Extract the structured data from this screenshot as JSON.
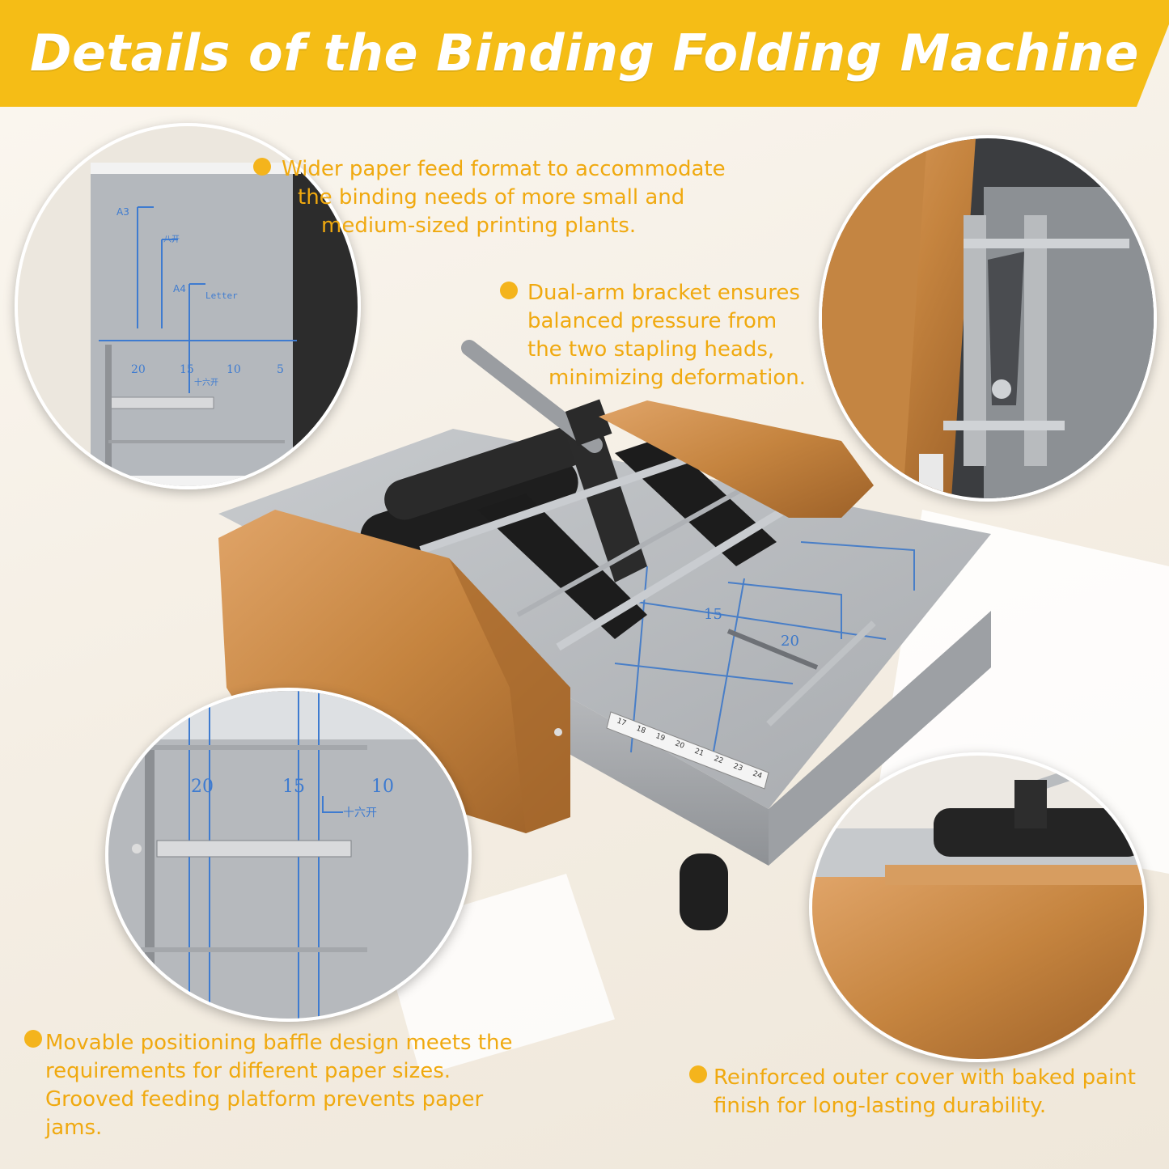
{
  "banner": {
    "title": "Details of the Binding Folding Machine",
    "color": "#f5bd16"
  },
  "callouts": [
    {
      "id": "paper-feed",
      "lines": [
        "Wider paper feed format to accommodate",
        "the binding needs of more small and",
        "medium-sized printing plants."
      ]
    },
    {
      "id": "dual-arm",
      "lines": [
        "Dual-arm bracket ensures",
        "balanced pressure from",
        "the two stapling heads,",
        "minimizing deformation."
      ]
    },
    {
      "id": "baffle",
      "lines": [
        "Movable positioning baffle design meets the",
        "requirements for different paper sizes.",
        "Grooved feeding platform prevents paper",
        "jams."
      ]
    },
    {
      "id": "outer-cover",
      "lines": [
        "Reinforced outer cover with baked paint",
        "finish for long-lasting durability."
      ]
    }
  ],
  "plate_marks": {
    "a3": "A3",
    "a4": "A4",
    "letter": "Letter",
    "eight": "八开",
    "sixteen": "十六开",
    "scale": [
      "20",
      "15",
      "10",
      "5"
    ],
    "ruler": [
      "17",
      "18",
      "19",
      "20",
      "21",
      "22",
      "23",
      "24"
    ]
  },
  "colors": {
    "callout_text": "#f0a90f",
    "bullet": "#f4b41c",
    "copper": "#c98a4a",
    "plate": "#b9bcc0",
    "rubber": "#1e1e1e"
  }
}
